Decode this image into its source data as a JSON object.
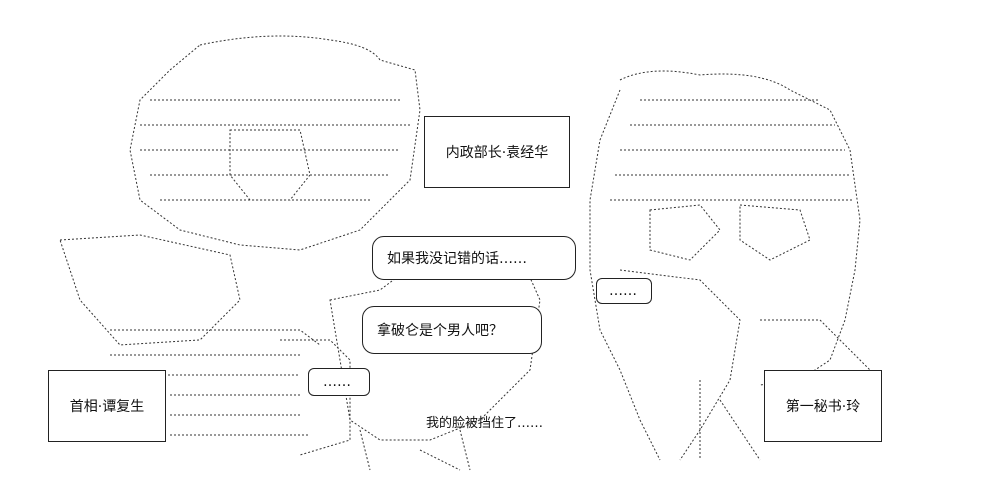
{
  "labels": {
    "official_title": "内政部长·袁经华",
    "premier_title": "首相·谭复生",
    "secretary_title": "第一秘书·玲"
  },
  "dialogue": {
    "line1": "如果我没记错的话……",
    "line2": "拿破仑是个男人吧？",
    "ellipsis_left": "……",
    "ellipsis_right": "……",
    "line3": "我的脸被挡住了……"
  },
  "colors": {
    "ink": "#222222",
    "background": "#ffffff"
  }
}
